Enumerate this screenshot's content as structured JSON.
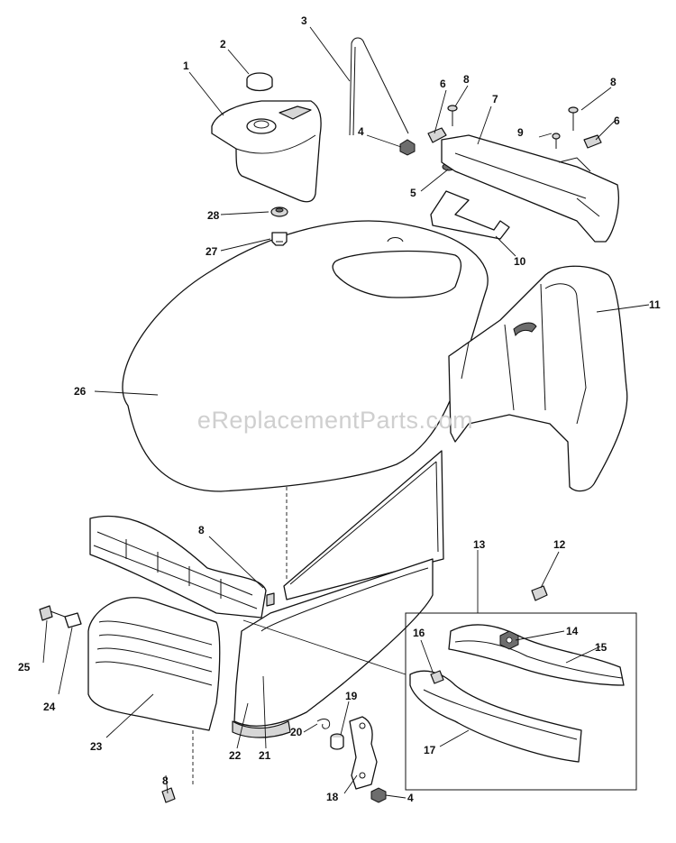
{
  "watermark": "eReplacementParts.com",
  "callouts": {
    "c1": "1",
    "c2": "2",
    "c3": "3",
    "c4a": "4",
    "c4b": "4",
    "c5": "5",
    "c6a": "6",
    "c6b": "6",
    "c7": "7",
    "c8a": "8",
    "c8b": "8",
    "c8c": "8",
    "c8d": "8",
    "c9": "9",
    "c10": "10",
    "c11": "11",
    "c12": "12",
    "c13": "13",
    "c14": "14",
    "c15": "15",
    "c16": "16",
    "c17": "17",
    "c18": "18",
    "c19": "19",
    "c20": "20",
    "c21": "21",
    "c22": "22",
    "c23": "23",
    "c24": "24",
    "c25": "25",
    "c26": "26",
    "c27": "27",
    "c28": "28"
  }
}
